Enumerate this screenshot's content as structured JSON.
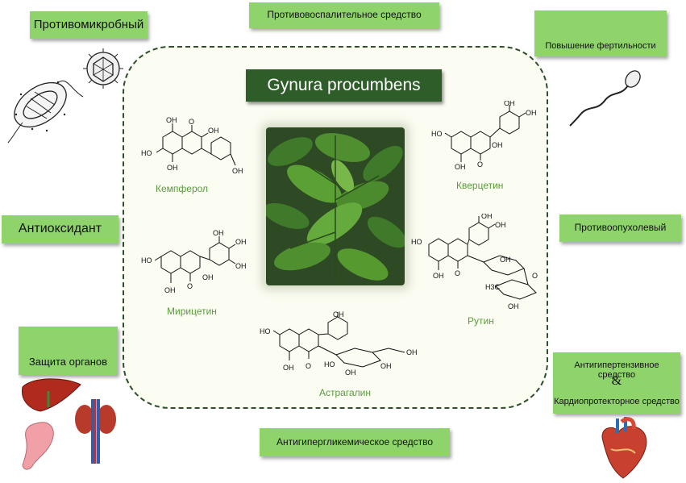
{
  "title": "Gynura procumbens",
  "activities": {
    "antimicrobial": "Противомикробный",
    "anti_inflammatory": "Противовоспалительное средство",
    "fertility": "Повышение фертильности",
    "antioxidant": "Антиоксидант",
    "antitumor": "Противоопухолевый",
    "organ_protection": "Защита органов",
    "antihypertensive": "Антигипертензивное средство",
    "ampersand": "&",
    "cardioprotective": "Кардиопротекторное средство",
    "antihyperglycemic": "Антигипергликемическое средство"
  },
  "compounds": {
    "kaempferol": "Кемпферол",
    "quercetin": "Кверцетин",
    "myricetin": "Мирицетин",
    "rutin": "Рутин",
    "astragalin": "Астрагалин"
  },
  "atom_labels": {
    "oh": "OH",
    "ho": "HO",
    "o": "O",
    "ch3": "H3C"
  },
  "colors": {
    "box_green": "#8ed46a",
    "title_bg": "#2f5d2a",
    "compound_text": "#5b9a3f",
    "frame_border": "#2f4f2f"
  }
}
